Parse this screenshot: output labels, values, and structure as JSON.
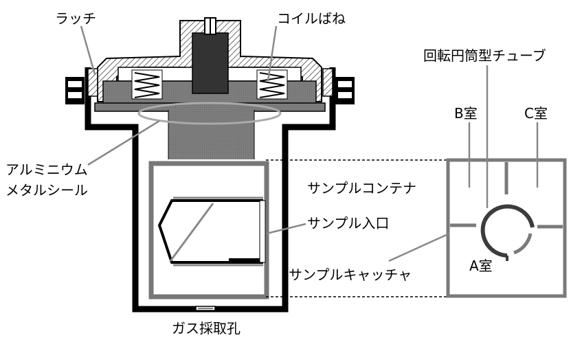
{
  "labels": {
    "latch": "ラッチ",
    "coil_spring": "コイルばね",
    "rotating_tube": "回転円筒型チューブ",
    "chamber_b": "B室",
    "chamber_c": "C室",
    "aluminum_seal_line1": "アルミニウム",
    "aluminum_seal_line2": "メタルシール",
    "sample_container": "サンプルコンテナ",
    "sample_inlet": "サンプル入口",
    "sample_catcher": "サンプルキャッチャ",
    "chamber_a": "A室",
    "gas_port": "ガス採取孔"
  },
  "colors": {
    "outline": "#000000",
    "hatch": "#555555",
    "dark_fill": "#3a3a3a",
    "mid_fill": "#808080",
    "light_line": "#999999",
    "chamber_wall": "#7a7a7a",
    "tube": "#3c3c3c"
  }
}
